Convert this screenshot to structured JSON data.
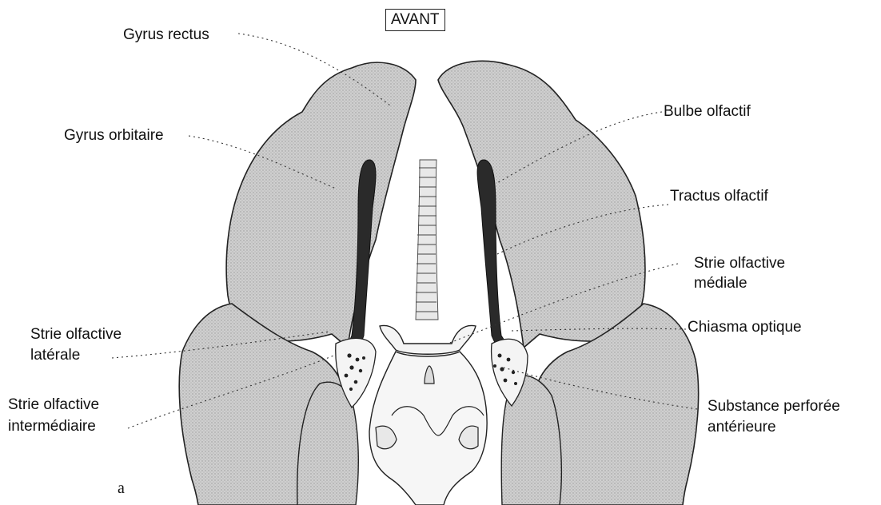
{
  "header": {
    "avant": "AVANT"
  },
  "panel_letter": "a",
  "labels": {
    "gyrus_rectus": "Gyrus rectus",
    "gyrus_orbitaire": "Gyrus orbitaire",
    "strie_laterale_1": "Strie olfactive",
    "strie_laterale_2": "latérale",
    "strie_intermediaire_1": "Strie olfactive",
    "strie_intermediaire_2": "intermédiaire",
    "bulbe_olfactif": "Bulbe olfactif",
    "tractus_olfactif": "Tractus olfactif",
    "strie_mediale_1": "Strie olfactive",
    "strie_mediale_2": "médiale",
    "chiasma_optique": "Chiasma optique",
    "substance_1": "Substance perforée",
    "substance_2": "antérieure"
  },
  "colors": {
    "lobe_fill": "#c9c9c9",
    "tract_fill": "#2a2a2a",
    "outline": "#222222"
  }
}
